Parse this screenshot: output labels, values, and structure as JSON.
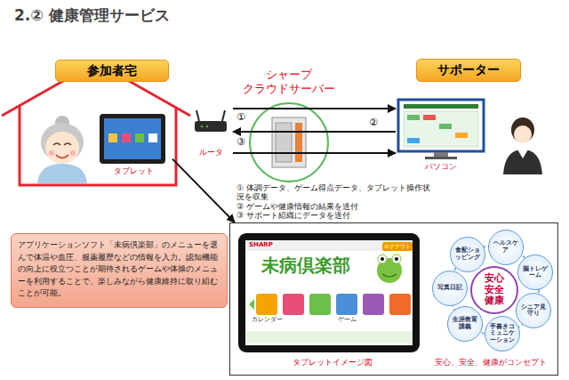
{
  "diagram": {
    "title": "2.② 健康管理サービス",
    "nodes": [
      {
        "text": [
          "参加者宅"
        ]
      },
      {
        "text": [
          "タブレット"
        ],
        "in": 0
      },
      {
        "text": [
          "ルータ"
        ]
      },
      {
        "text": [
          "シャープ クラウドサーバー"
        ]
      },
      {
        "text": [
          "サポーター"
        ]
      },
      {
        "text": [
          "パソコン"
        ]
      },
      {
        "text": [
          "アプリケーションソフト「未病倶楽部」のメニューを選んで体温や血圧、服薬履歴などの情報を入力。認知機能の向上に役立つことが期待されるゲームや体操のメニューを利用することで、楽しみながら健康維持に取り組むことが可能。"
        ]
      },
      {
        "text": [
          "タブレットイメージ図",
          "安心、安全、健康がコンセプト"
        ]
      },
      {
        "text": [
          "SHARP",
          "ログアウト",
          "未病倶楽部",
          "カレンダー",
          "ゲーム"
        ],
        "in": 7
      },
      {
        "text": [
          "安心 安全 健康"
        ],
        "in": 7
      },
      {
        "text": [
          "ヘルスケア"
        ],
        "in": 7
      },
      {
        "text": [
          "脳トレゲーム"
        ],
        "in": 7
      },
      {
        "text": [
          "シニア見守り"
        ],
        "in": 7
      },
      {
        "text": [
          "手書きコミュニケーション"
        ],
        "in": 7
      },
      {
        "text": [
          "生涯教育講義"
        ],
        "in": 7
      },
      {
        "text": [
          "写真日記"
        ],
        "in": 7
      },
      {
        "text": [
          "食配ショッピング"
        ],
        "in": 7
      }
    ],
    "edges": [
      {
        "from": 2,
        "to": 5,
        "label": "①",
        "arrow": "to"
      },
      {
        "from": 5,
        "to": 2,
        "label": "②",
        "arrow": "to"
      },
      {
        "from": 2,
        "to": 5,
        "label": "③",
        "arrow": "to"
      },
      {
        "from": 1,
        "to": 7,
        "arrow": "to"
      }
    ],
    "labels": [
      "① 体調データ、ゲーム得点データ、タブレット操作状況を収集",
      "② ゲームや健康情報の結果を送付",
      "③ サポート組織にデータを送付"
    ]
  }
}
